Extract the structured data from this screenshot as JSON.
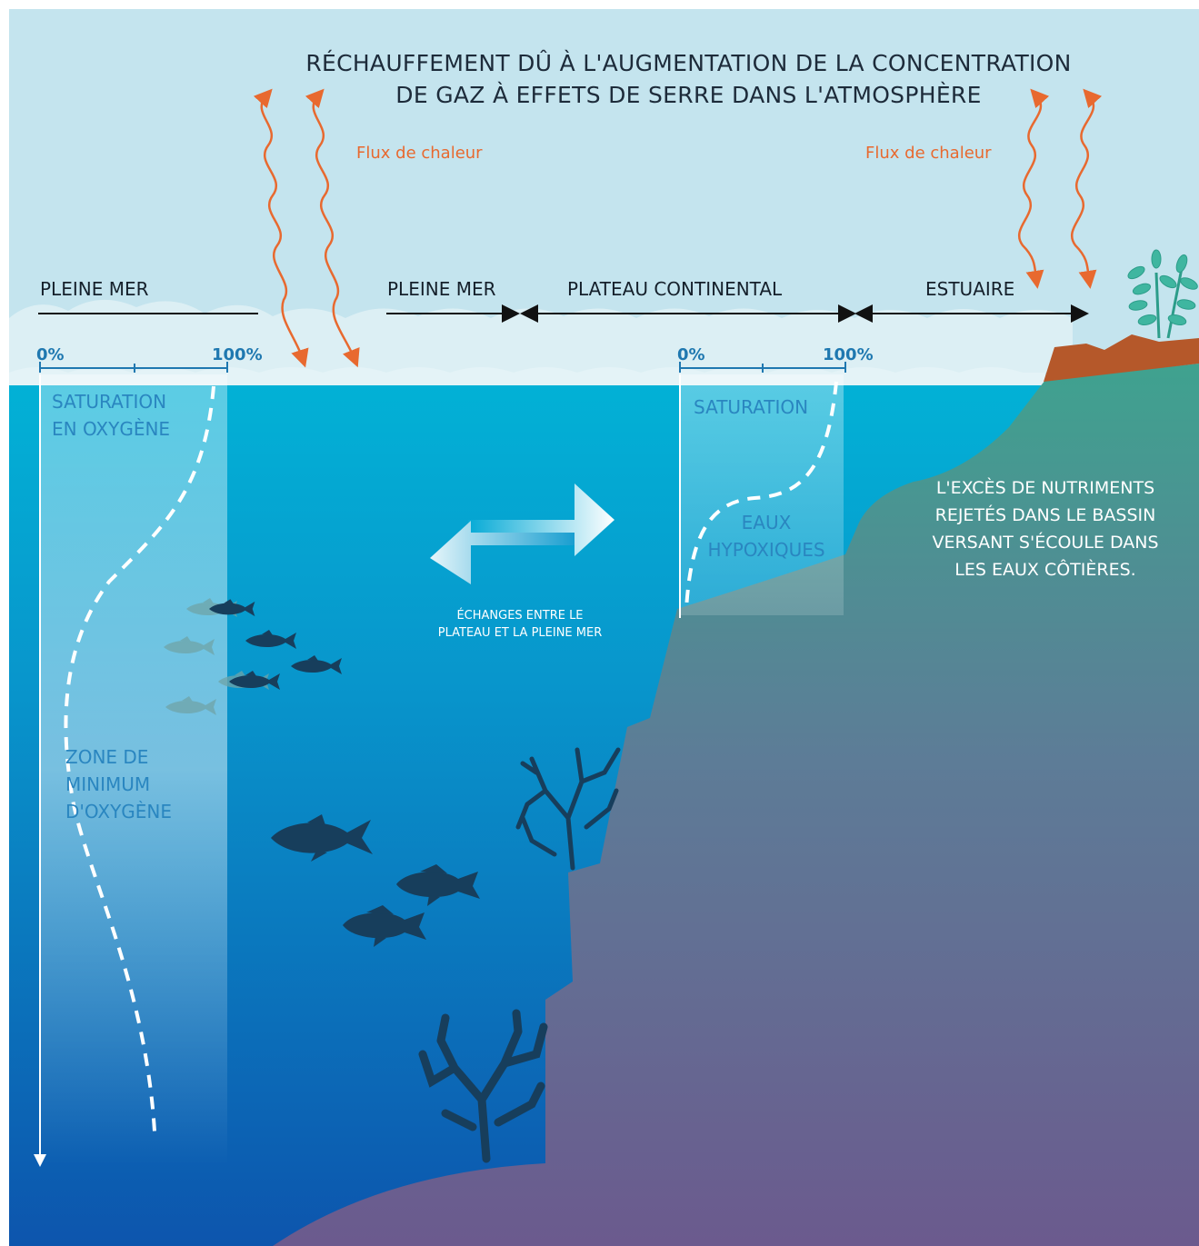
{
  "title": "RÉCHAUFFEMENT DÛ À L'AUGMENTATION DE LA CONCENTRATION\nDE GAZ À EFFETS DE SERRE DANS L'ATMOSPHÈRE",
  "heat_flux": {
    "left": "Flux de chaleur",
    "right": "Flux de chaleur"
  },
  "zones": {
    "open_sea_left": "PLEINE MER",
    "open_sea": "PLEINE MER",
    "continental_shelf": "PLATEAU CONTINENTAL",
    "estuary": "ESTUAIRE"
  },
  "oxygen_scale_left": {
    "min": "0%",
    "max": "100%"
  },
  "oxygen_scale_right": {
    "min": "0%",
    "max": "100%"
  },
  "labels": {
    "oxygen_saturation": "SATURATION\nEN OXYGÈNE",
    "saturation": "SATURATION",
    "hypoxic_waters": "EAUX\nHYPOXIQUES",
    "oxygen_minimum_zone": "ZONE DE\nMINIMUM\nD'OXYGÈNE",
    "exchanges": "ÉCHANGES ENTRE LE\nPLATEAU ET LA PLEINE MER",
    "nutrients": "L'EXCÈS DE NUTRIMENTS\nREJETÉS DANS LE BASSIN\nVERSANT S'ÉCOULE DANS\nLES EAUX CÔTIÈRES."
  },
  "colors": {
    "sky": "#c4e4ee",
    "water_top": "#02b2d6",
    "water_bottom": "#0d55ad",
    "land_top": "#3fa28f",
    "land_bottom": "#6b5a8e",
    "heat_arrow": "#e8692f",
    "fish": "#173e5c",
    "island": "#b5582a"
  }
}
